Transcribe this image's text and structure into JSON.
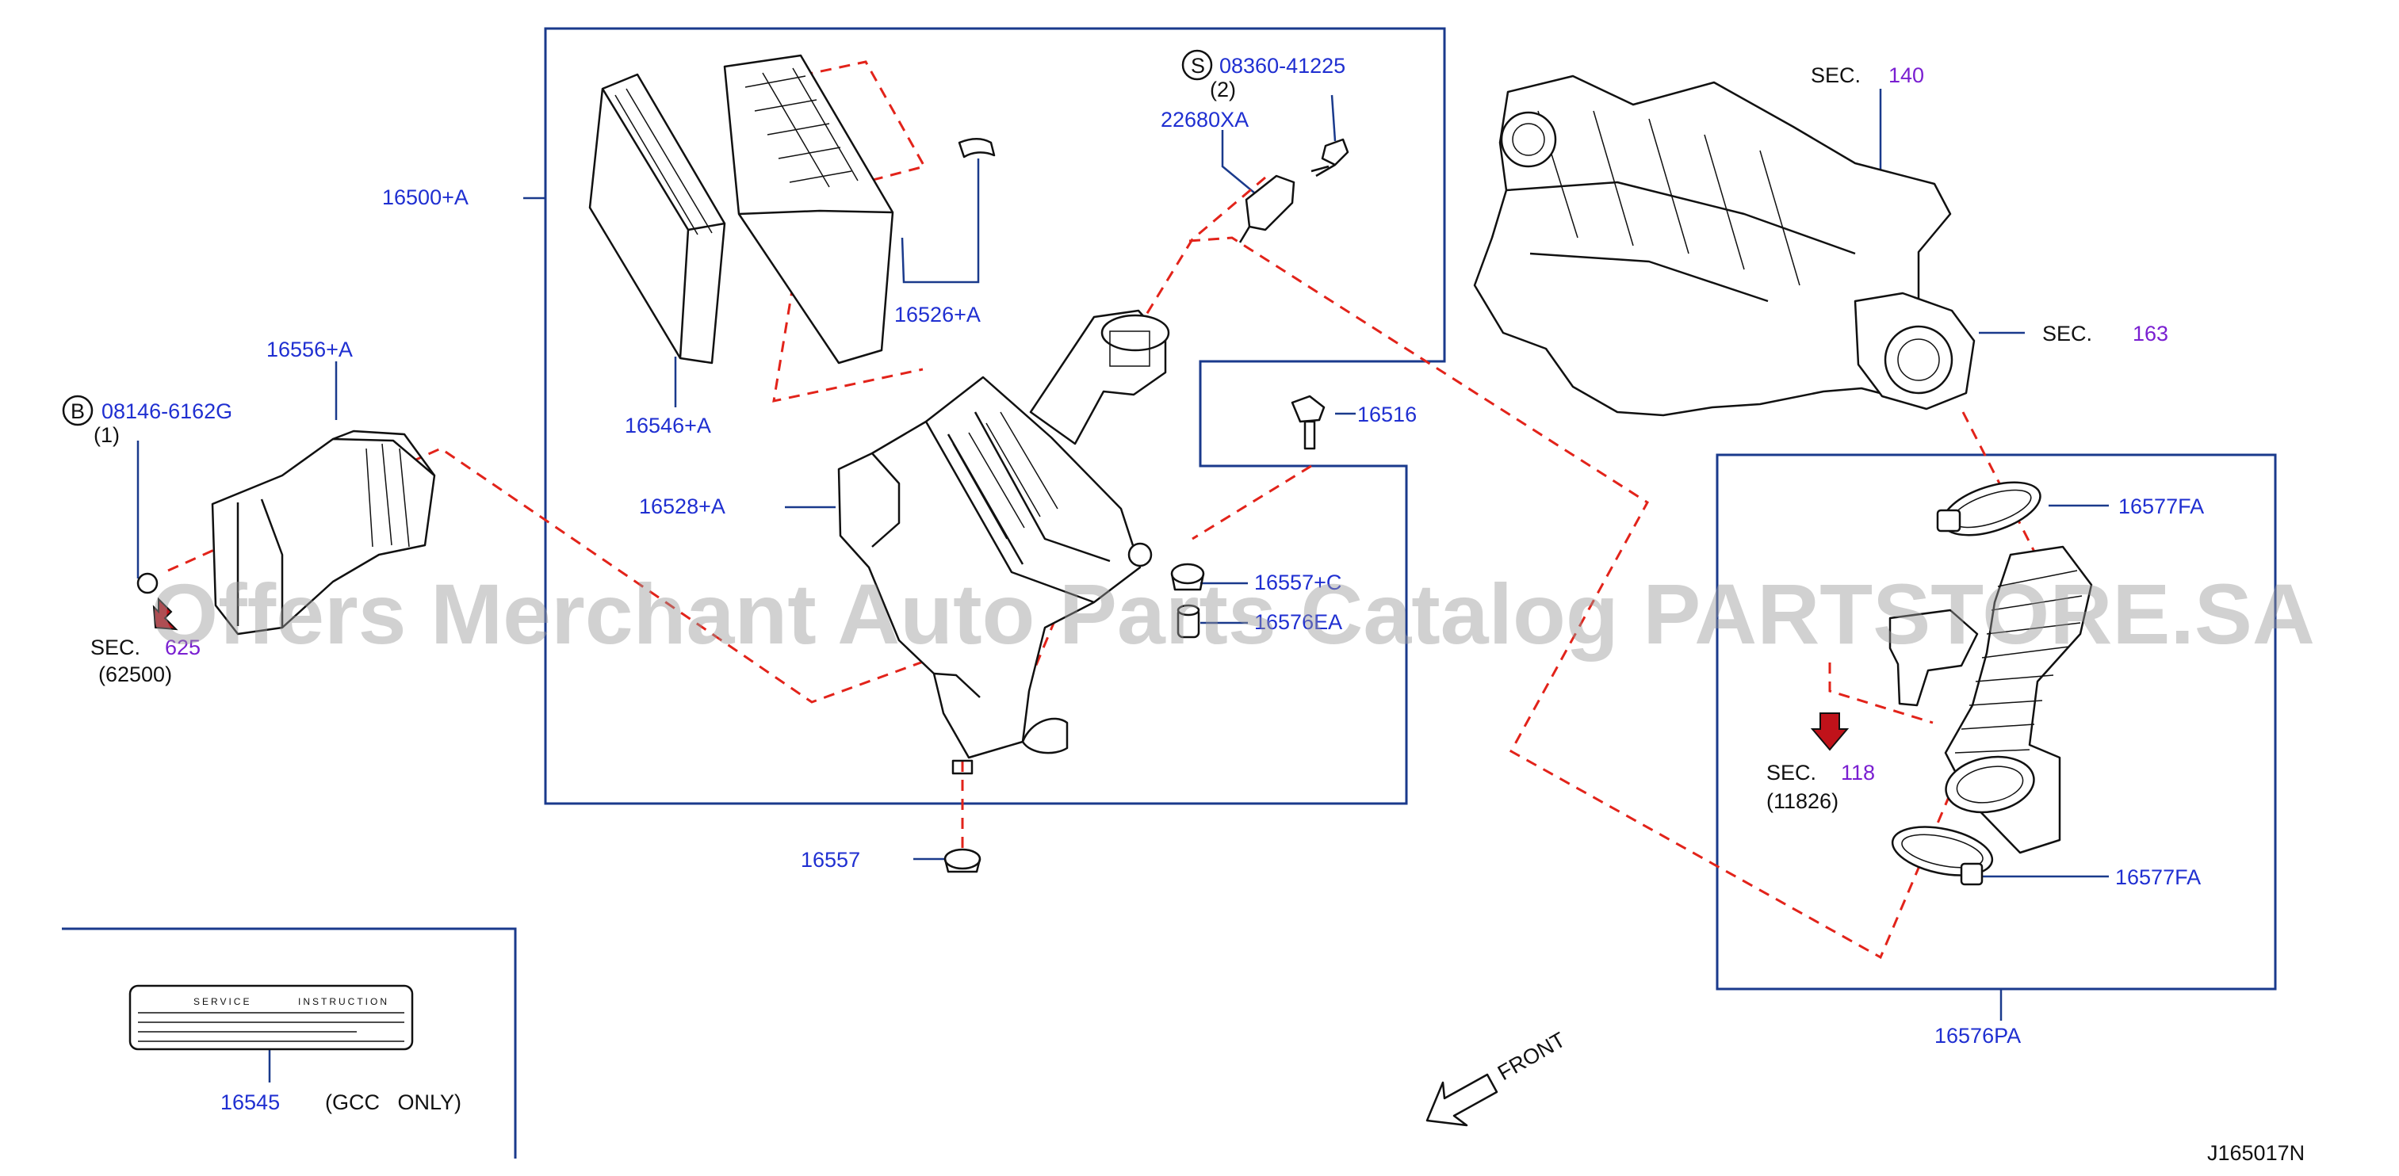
{
  "diagram_id": "J165017N",
  "watermark": "Offers Merchant Auto Parts Catalog PARTSTORE.SA",
  "front_label": "FRONT",
  "colors": {
    "label": "#1f2fd1",
    "sec_number": "#7a1fd1",
    "leader": "#1a3a8c",
    "dashed": "#e2231a"
  },
  "part_labels": {
    "p16500A": "16500+A",
    "p16546A": "16546+A",
    "p16526A": "16526+A",
    "p22680XA": "22680XA",
    "p08360": "08360-41225",
    "p08360_qty": "(2)",
    "p08360_prefix": "S",
    "p16528A": "16528+A",
    "p16516": "16516",
    "p16557C": "16557+C",
    "p16576EA": "16576EA",
    "p16557": "16557",
    "p16556A": "16556+A",
    "p08146": "08146-6162G",
    "p08146_qty": "(1)",
    "p08146_prefix": "B",
    "p16577FA_top": "16577FA",
    "p16577FA_bottom": "16577FA",
    "p16576PA": "16576PA",
    "p16545": "16545"
  },
  "sections": {
    "sec140": {
      "prefix": "SEC.",
      "number": "140"
    },
    "sec163": {
      "prefix": "SEC.",
      "number": "163"
    },
    "sec625": {
      "prefix": "SEC.",
      "number": "625",
      "sub": "(62500)"
    },
    "sec118": {
      "prefix": "SEC.",
      "number": "118",
      "sub": "(11826)"
    }
  },
  "gcc_note": "(GCC   ONLY)",
  "service_label": {
    "left": "SERVICE",
    "right": "INSTRUCTION"
  }
}
